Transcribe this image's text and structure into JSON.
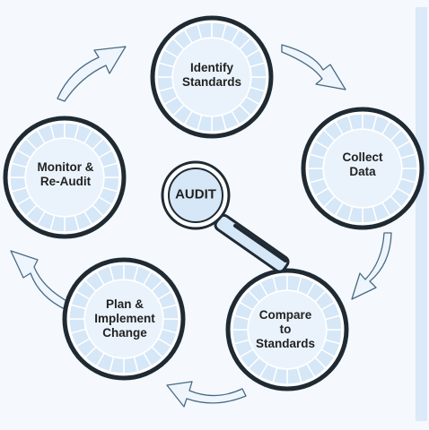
{
  "diagram": {
    "center": {
      "label": "AUDIT",
      "icon": "magnifier-icon"
    },
    "steps": [
      {
        "id": "identify",
        "label": "Identify\nStandards"
      },
      {
        "id": "collect",
        "label": "Collect\nData"
      },
      {
        "id": "compare",
        "label": "Compare\nto\nStandards"
      },
      {
        "id": "plan",
        "label": "Plan &\nImplement\nChange"
      },
      {
        "id": "monitor",
        "label": "Monitor &\nRe-Audit"
      }
    ],
    "colors": {
      "ring_stroke": "#1f2a33",
      "segment_fill": "#d6e7f7",
      "segment_stroke": "#ffffff",
      "inner_fill": "#eaf3fc",
      "arrow_fill": "#eef5fc",
      "arrow_stroke": "#4a6a82",
      "side_stripe": "#dbe9f8"
    }
  }
}
